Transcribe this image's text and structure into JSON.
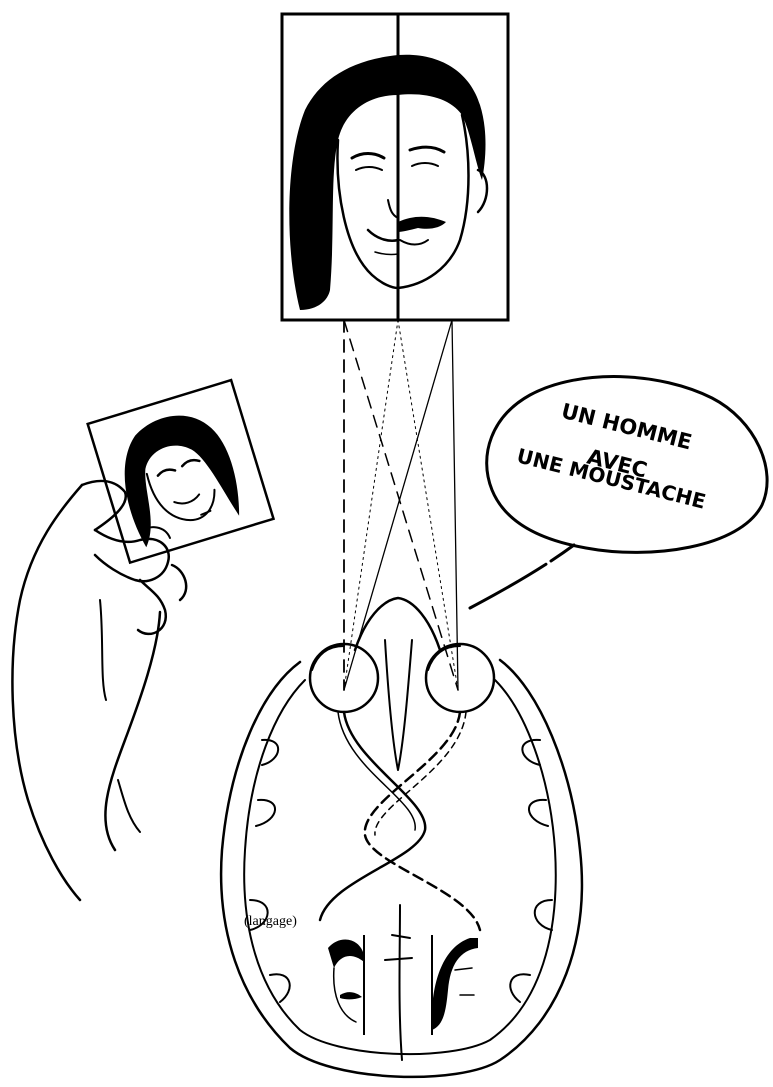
{
  "speech_bubble": {
    "line1": "UN HOMME",
    "line2": "AVEC",
    "line3": "UNE MOUSTACHE"
  },
  "brain_label": "(langage)",
  "colors": {
    "ink": "#000000",
    "paper": "#ffffff"
  }
}
